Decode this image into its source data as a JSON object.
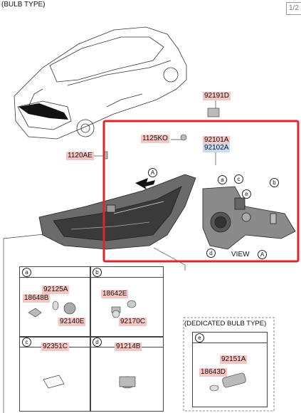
{
  "header": {
    "bulb_type": "(BULB TYPE)",
    "page": "1/2"
  },
  "parts": {
    "p92191D": "92191D",
    "p1125KO": "1125KO",
    "p92101A": "92101A",
    "p92102A": "92102A",
    "p1120AE": "1120AE",
    "p92125A": "92125A",
    "p18648B": "18648B",
    "p92140E": "92140E",
    "p18642E": "18642E",
    "p92170C": "92170C",
    "p92351C": "92351C",
    "p91214B": "91214B",
    "p92151A": "92151A",
    "p18643D": "18643D"
  },
  "callouts": {
    "a": "a",
    "b": "b",
    "c": "c",
    "d": "d",
    "e": "e",
    "A": "A"
  },
  "view_label": "VIEW",
  "dedicated_title": "(DEDICATED BULB TYPE)",
  "colors": {
    "highlight_red": "#e0242b",
    "part_red_bg": "#f7c6c3",
    "part_blue_bg": "#c9dcf5"
  }
}
